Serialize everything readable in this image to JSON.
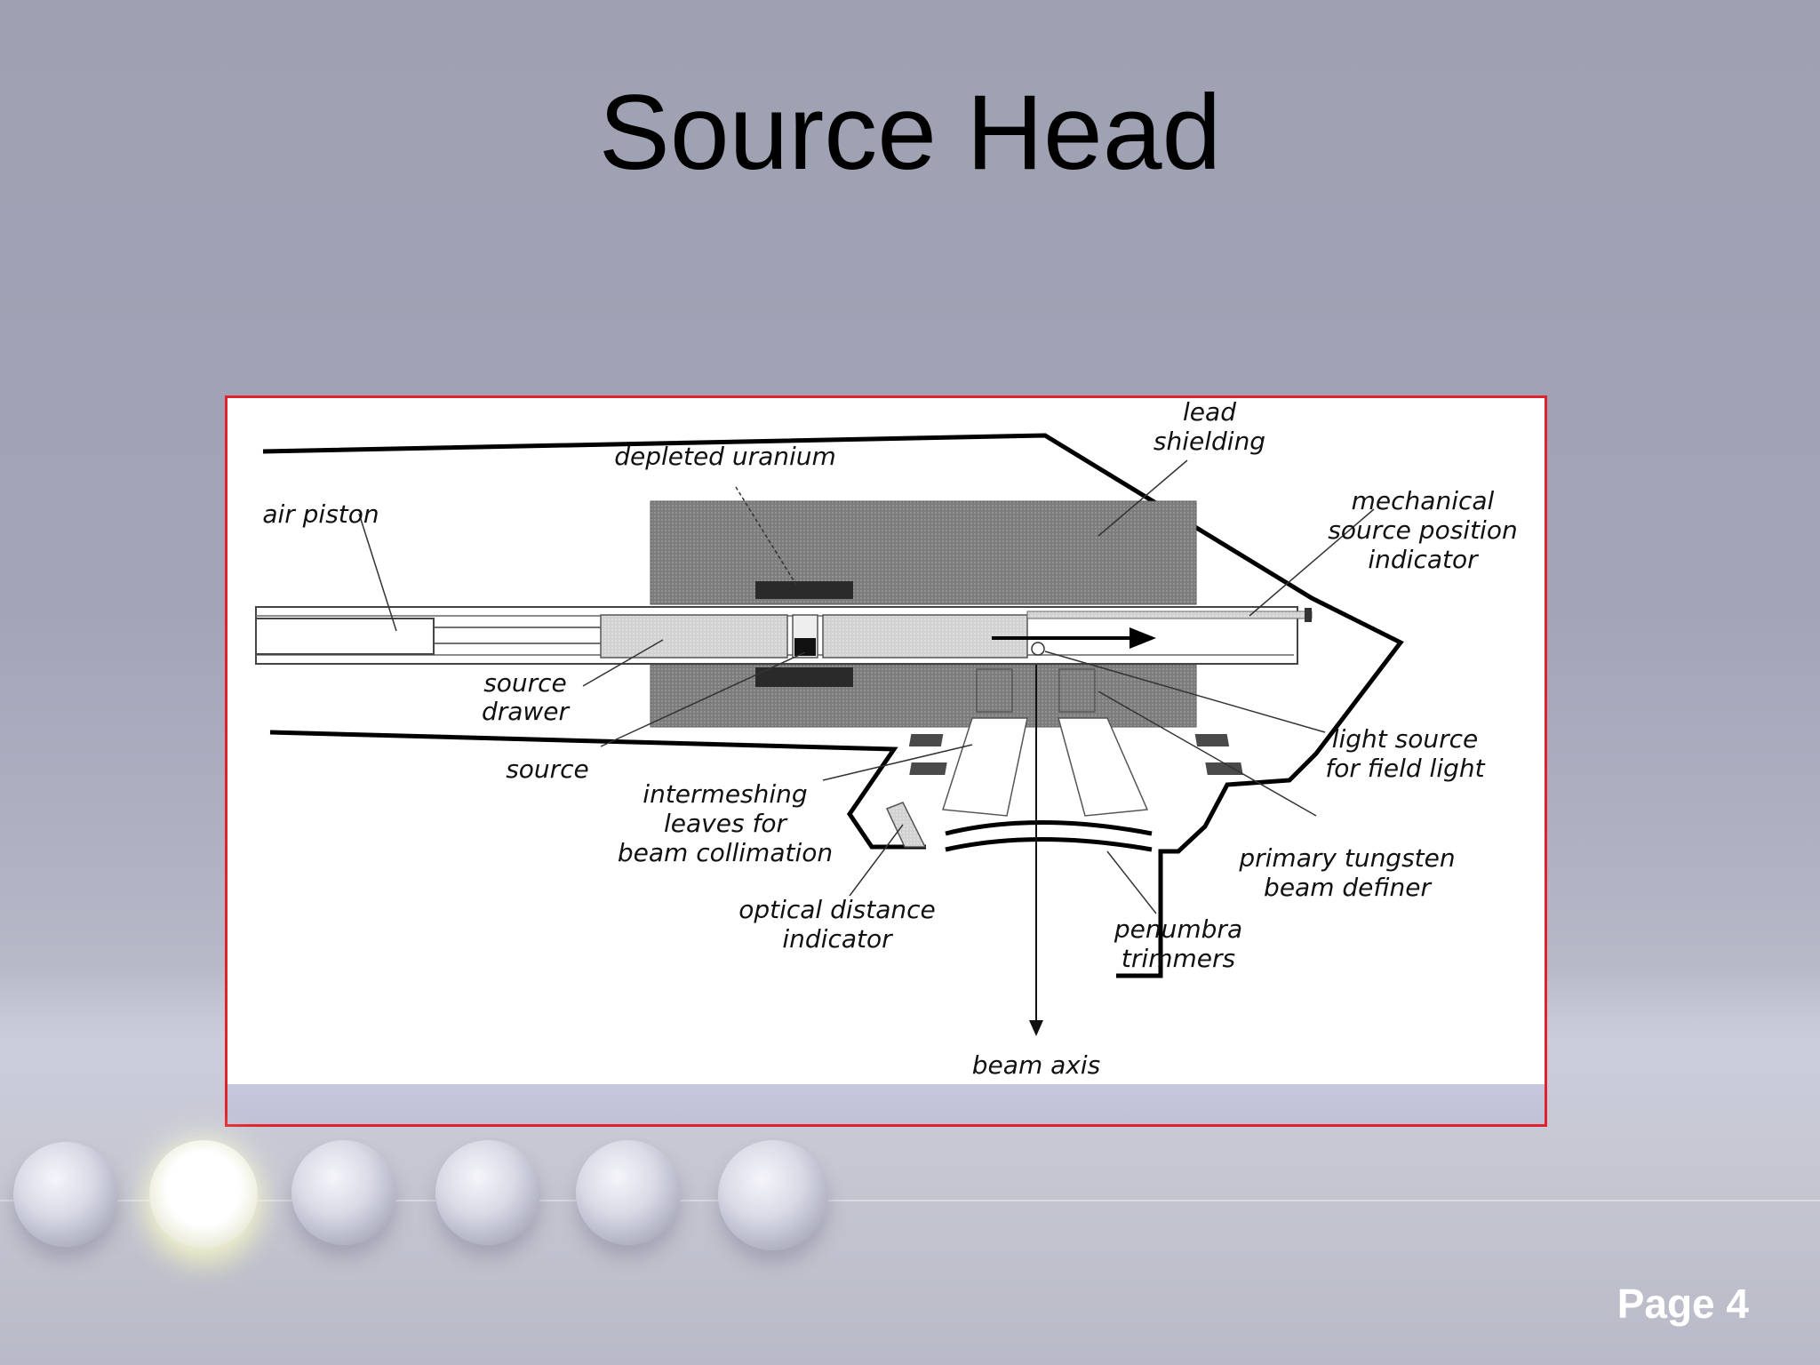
{
  "slide": {
    "title": "Source Head",
    "page_label": "Page 4"
  },
  "diagram": {
    "labels": {
      "lead_shielding": [
        "lead",
        "shielding"
      ],
      "depleted_uranium": "depleted uranium",
      "air_piston": "air piston",
      "mechanical_indicator": [
        "mechanical",
        "source position",
        "indicator"
      ],
      "source_drawer": [
        "source",
        "drawer"
      ],
      "source": "source",
      "intermeshing_leaves": [
        "intermeshing",
        "leaves for",
        "beam collimation"
      ],
      "light_source": [
        "light source",
        "for field light"
      ],
      "primary_tungsten": [
        "primary tungsten",
        "beam definer"
      ],
      "optical_distance": [
        "optical distance",
        "indicator"
      ],
      "penumbra_trimmers": [
        "penumbra",
        "trimmers"
      ],
      "beam_axis": "beam axis"
    }
  },
  "colors": {
    "frame_border": "#e0222c",
    "dark_fill": "#222222",
    "shield_fill": "#8a8a8a",
    "drawer_fill": "#d8d8d8"
  }
}
